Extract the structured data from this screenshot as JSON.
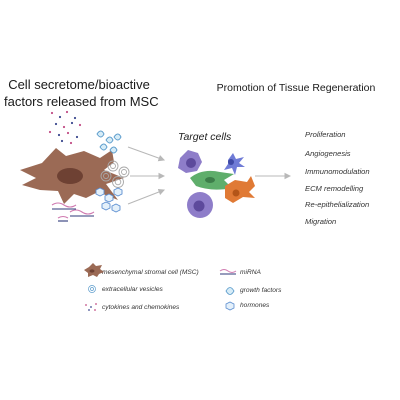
{
  "header_left": {
    "line1": "Cell secretome/bioactive",
    "line2": "factors released from MSC"
  },
  "header_right": "Promotion of Tissue Regeneration",
  "target_label": "Target cells",
  "outcomes": [
    "Proliferation",
    "Angiogenesis",
    "Immunomodulation",
    "ECM remodelling",
    "Re-epithelialization",
    "Migration"
  ],
  "legend": {
    "msc": "mesenchymal stromal cell (MSC)",
    "ev": "extracellular vesicles",
    "cytokines": "cytokines and chemokines",
    "mirna": "miRNA",
    "growth_factors": "growth factors",
    "hormones": "hormones"
  },
  "colors": {
    "msc_cell": "#9b6a55",
    "msc_nucleus": "#6e4133",
    "vesicle": "#7fb6d8",
    "hormone": "#9cc4e4",
    "mirna_pink": "#d07ab0",
    "mirna_navy": "#2f3a7a",
    "arrow": "#b8b8b8",
    "macrophage": "#8e7dc9",
    "fibroblast_green": "#5fae6b",
    "fibroblast_orange": "#e07a35",
    "neuron": "#6f7bd6"
  },
  "icons": [
    "msc-cell-icon",
    "extracellular-vesicle-icon",
    "cytokine-dots-icon",
    "mirna-icon",
    "growth-factor-icon",
    "hormone-icon"
  ]
}
